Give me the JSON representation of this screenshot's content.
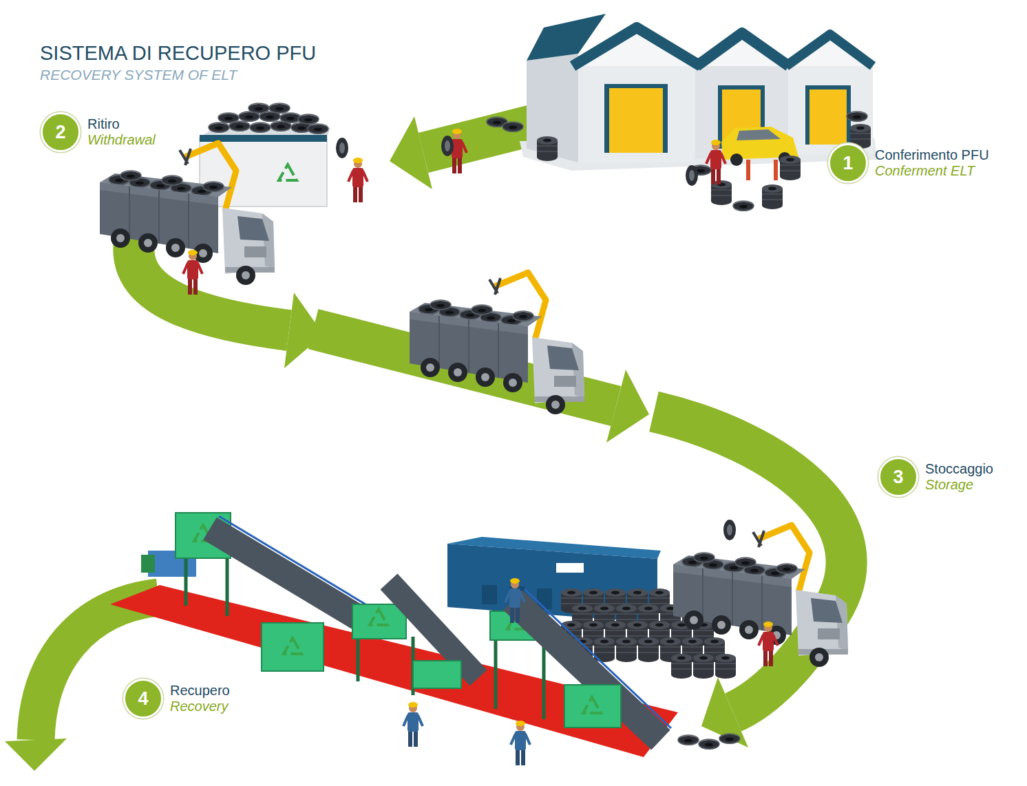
{
  "diagram": {
    "title": "SISTEMA DI RECUPERO PFU",
    "nodes": [
      {
        "text": [
          "1",
          "Conferimento PFU",
          "Conferment ELT"
        ]
      },
      {
        "text": [
          "2",
          "Ritiro",
          "Withdrawal"
        ]
      },
      {
        "text": [
          "3",
          "Stoccaggio",
          "Storage"
        ]
      },
      {
        "text": [
          "4",
          "Recupero",
          "Recovery"
        ]
      }
    ],
    "labels": [
      "RECOVERY SYSTEM OF ELT"
    ]
  }
}
